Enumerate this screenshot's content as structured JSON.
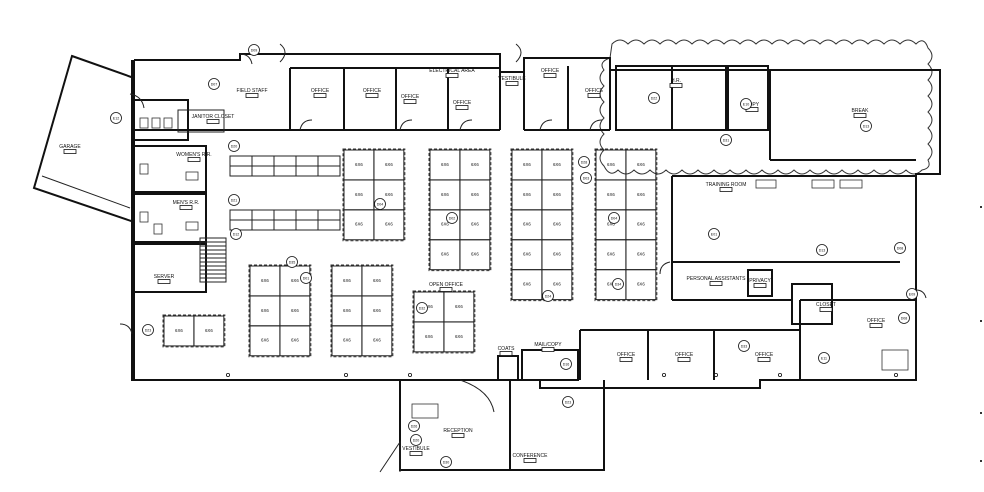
{
  "rooms": [
    {
      "label": "GARAGE"
    },
    {
      "label": "JANITOR CLOSET"
    },
    {
      "label": "FIELD STAFF"
    },
    {
      "label": "OFFICE"
    },
    {
      "label": "OFFICE"
    },
    {
      "label": "OFFICE"
    },
    {
      "label": "ELECTRICAL AREA"
    },
    {
      "label": "OFFICE"
    },
    {
      "label": "VESTIBULE"
    },
    {
      "label": "OFFICE"
    },
    {
      "label": "OFFICE"
    },
    {
      "label": "H.R."
    },
    {
      "label": "COPY"
    },
    {
      "label": "BREAK"
    },
    {
      "label": "WOMEN'S R.R."
    },
    {
      "label": "MEN'S R.R."
    },
    {
      "label": "SERVER"
    },
    {
      "label": "TRAINING ROOM"
    },
    {
      "label": "PERSONAL ASSISTANTS"
    },
    {
      "label": "PRIVACY"
    },
    {
      "label": "CLOSET"
    },
    {
      "label": "OFFICE"
    },
    {
      "label": "OPEN OFFICE"
    },
    {
      "label": "COATS"
    },
    {
      "label": "MAIL/COPY"
    },
    {
      "label": "OFFICE"
    },
    {
      "label": "OFFICE"
    },
    {
      "label": "OFFICE"
    },
    {
      "label": "RECEPTION"
    },
    {
      "label": "VESTIBULE"
    },
    {
      "label": "CONFERENCE"
    }
  ],
  "cubicle_label": "6X6",
  "callouts": [
    {
      "label": "D09"
    },
    {
      "label": "D07"
    },
    {
      "label": "E12"
    },
    {
      "label": "D20"
    },
    {
      "label": "D21"
    },
    {
      "label": "D12"
    },
    {
      "label": "D04"
    },
    {
      "label": "D02"
    },
    {
      "label": "D03"
    },
    {
      "label": "D04"
    },
    {
      "label": "D34"
    },
    {
      "label": "E01"
    },
    {
      "label": "D13"
    },
    {
      "label": "D08"
    },
    {
      "label": "E11"
    },
    {
      "label": "D32"
    },
    {
      "label": "D35"
    },
    {
      "label": "D01"
    },
    {
      "label": "D23"
    },
    {
      "label": "D16"
    },
    {
      "label": "D23"
    },
    {
      "label": "D26"
    },
    {
      "label": "D22"
    },
    {
      "label": "E10"
    },
    {
      "label": "D31"
    },
    {
      "label": "D13"
    },
    {
      "label": "D33"
    },
    {
      "label": "D20"
    },
    {
      "label": "E09"
    },
    {
      "label": "D08"
    },
    {
      "label": "D30"
    },
    {
      "label": "D28"
    },
    {
      "label": "D24"
    }
  ]
}
